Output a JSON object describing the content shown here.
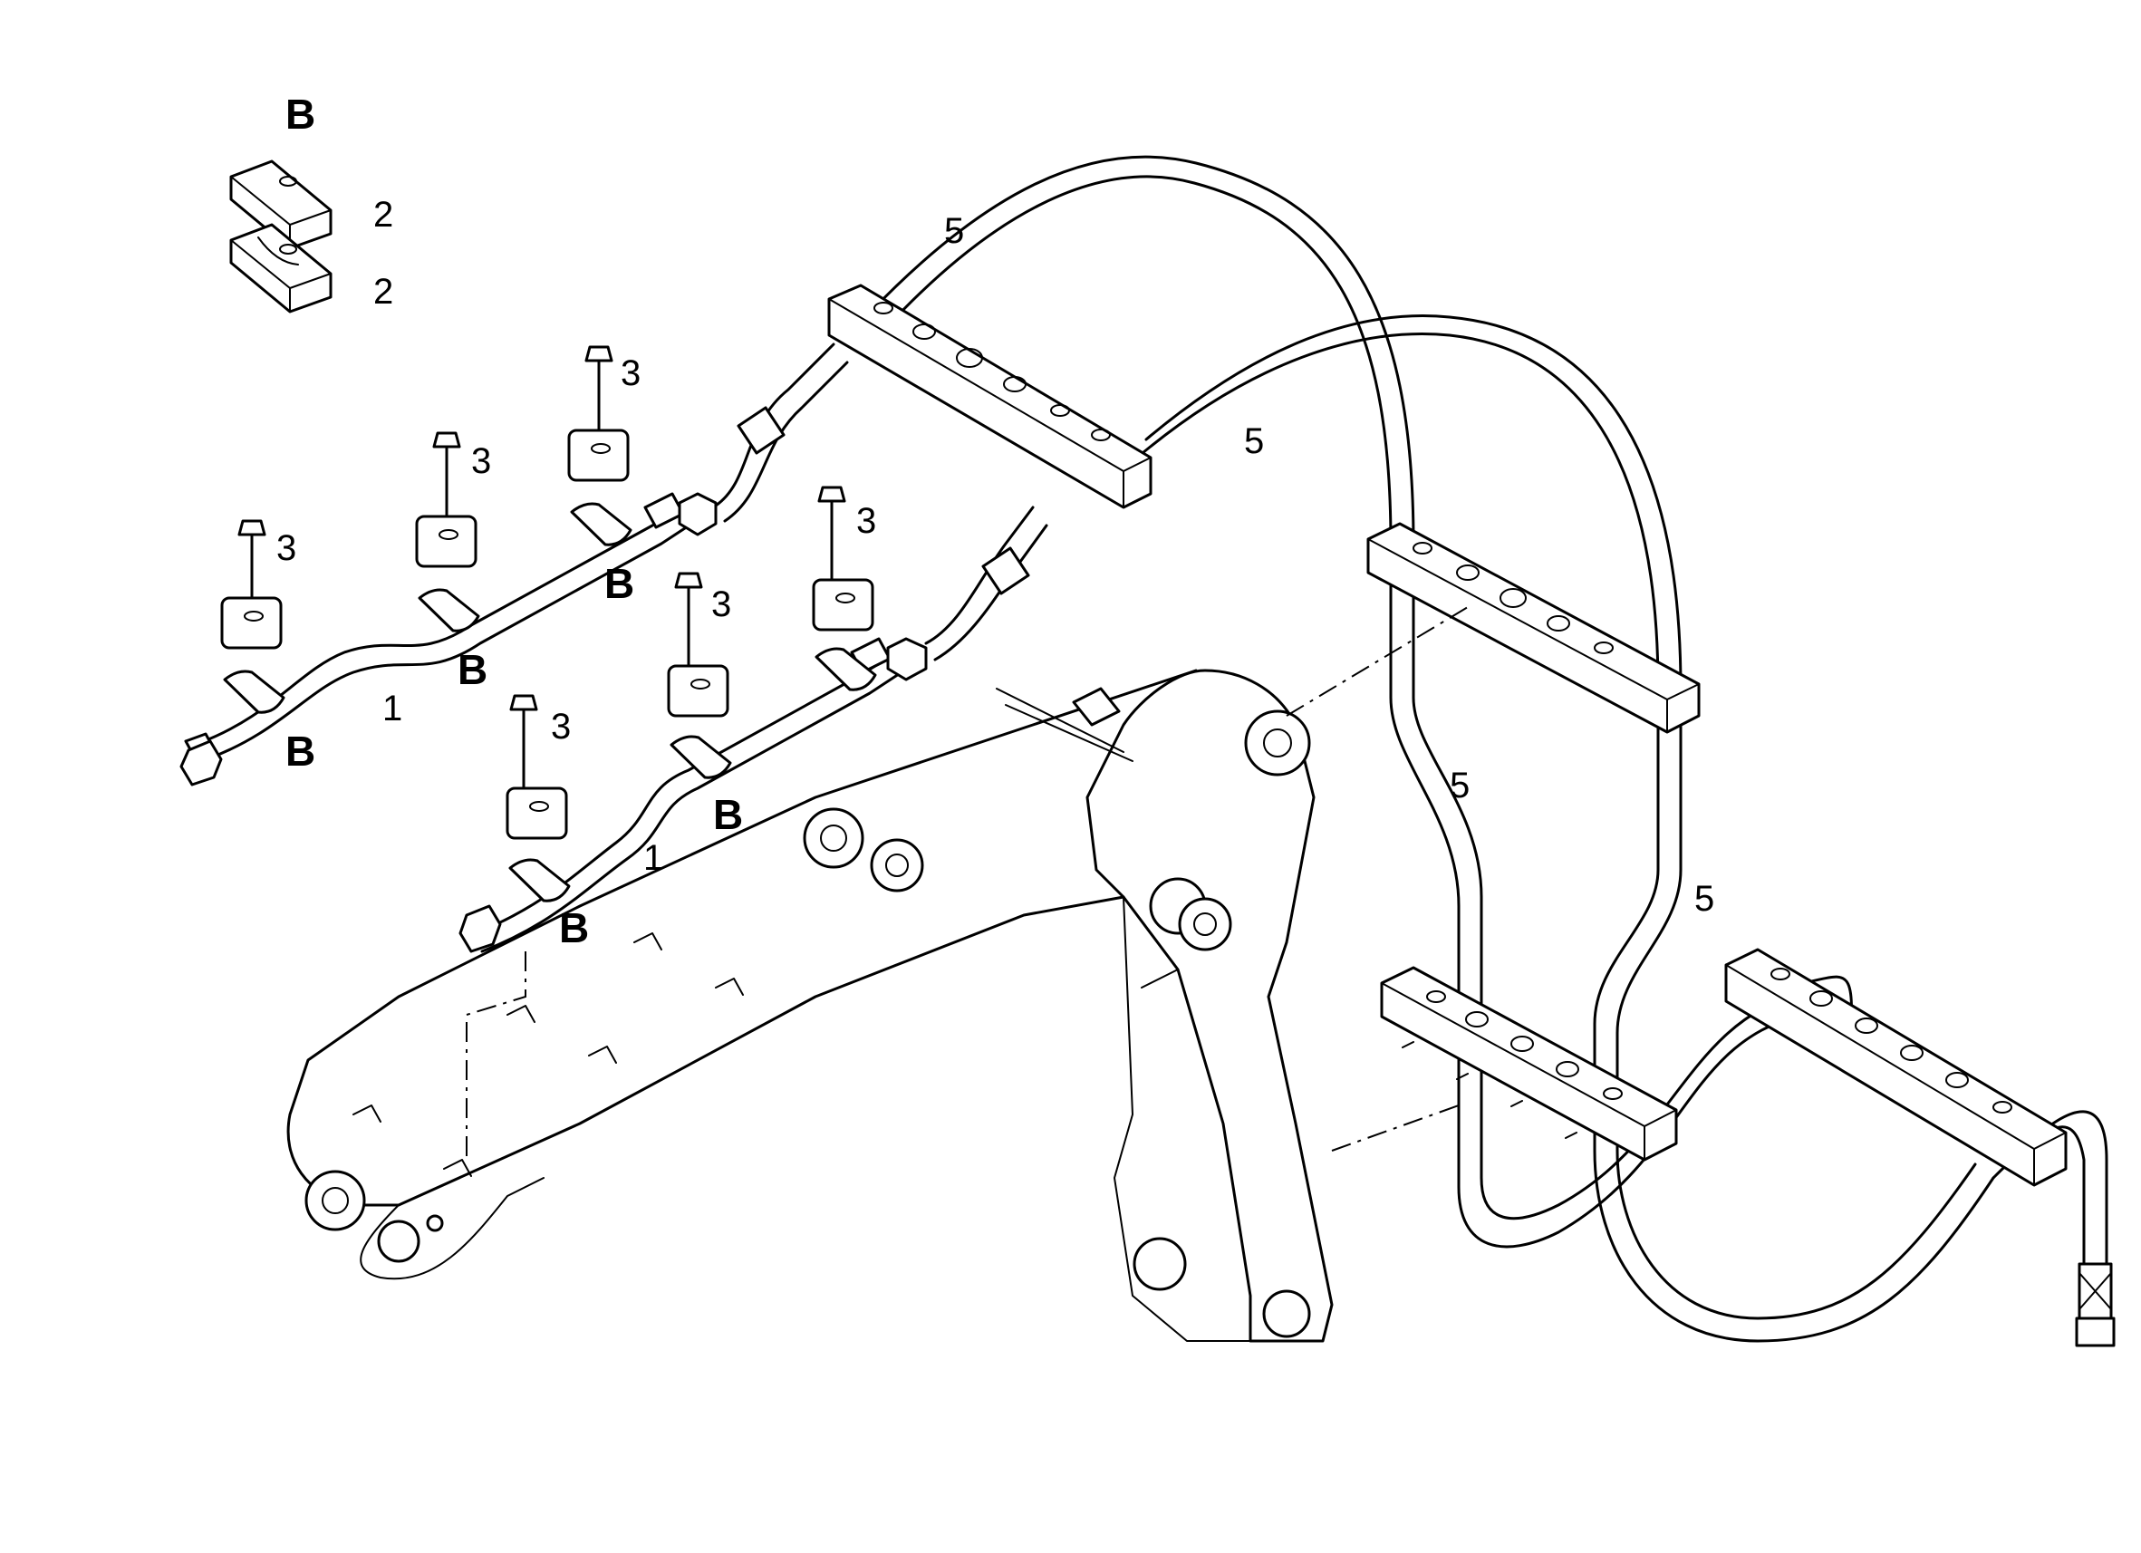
{
  "drawing": {
    "detail_title": "B",
    "labels": {
      "clamp_half_top": "2",
      "clamp_half_bottom": "2",
      "bolt_a": "3",
      "bolt_b": "3",
      "bolt_c": "3",
      "bolt_d": "3",
      "bolt_e": "3",
      "bolt_f": "3",
      "pipe_upper": "1",
      "pipe_lower": "1",
      "hose_top": "5",
      "hose_upper": "5",
      "hose_vertical_left": "5",
      "hose_vertical_right": "5",
      "clamp_b_1": "B",
      "clamp_b_2": "B",
      "clamp_b_3": "B",
      "clamp_b_4": "B",
      "clamp_b_5": "B"
    }
  }
}
